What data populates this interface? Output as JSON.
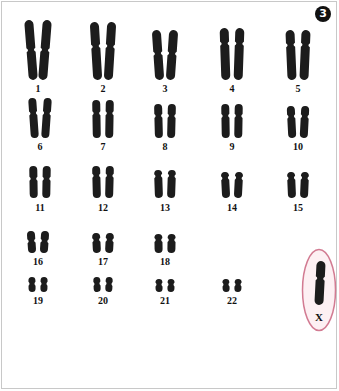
{
  "diagram": {
    "nodes": [
      {
        "text": [
          "3"
        ]
      },
      {
        "text": [
          "X"
        ]
      }
    ],
    "labels": [
      "1",
      "2",
      "3",
      "4",
      "5",
      "6",
      "7",
      "8",
      "9",
      "10",
      "11",
      "12",
      "13",
      "14",
      "15",
      "16",
      "17",
      "18",
      "19",
      "20",
      "21",
      "22"
    ]
  }
}
